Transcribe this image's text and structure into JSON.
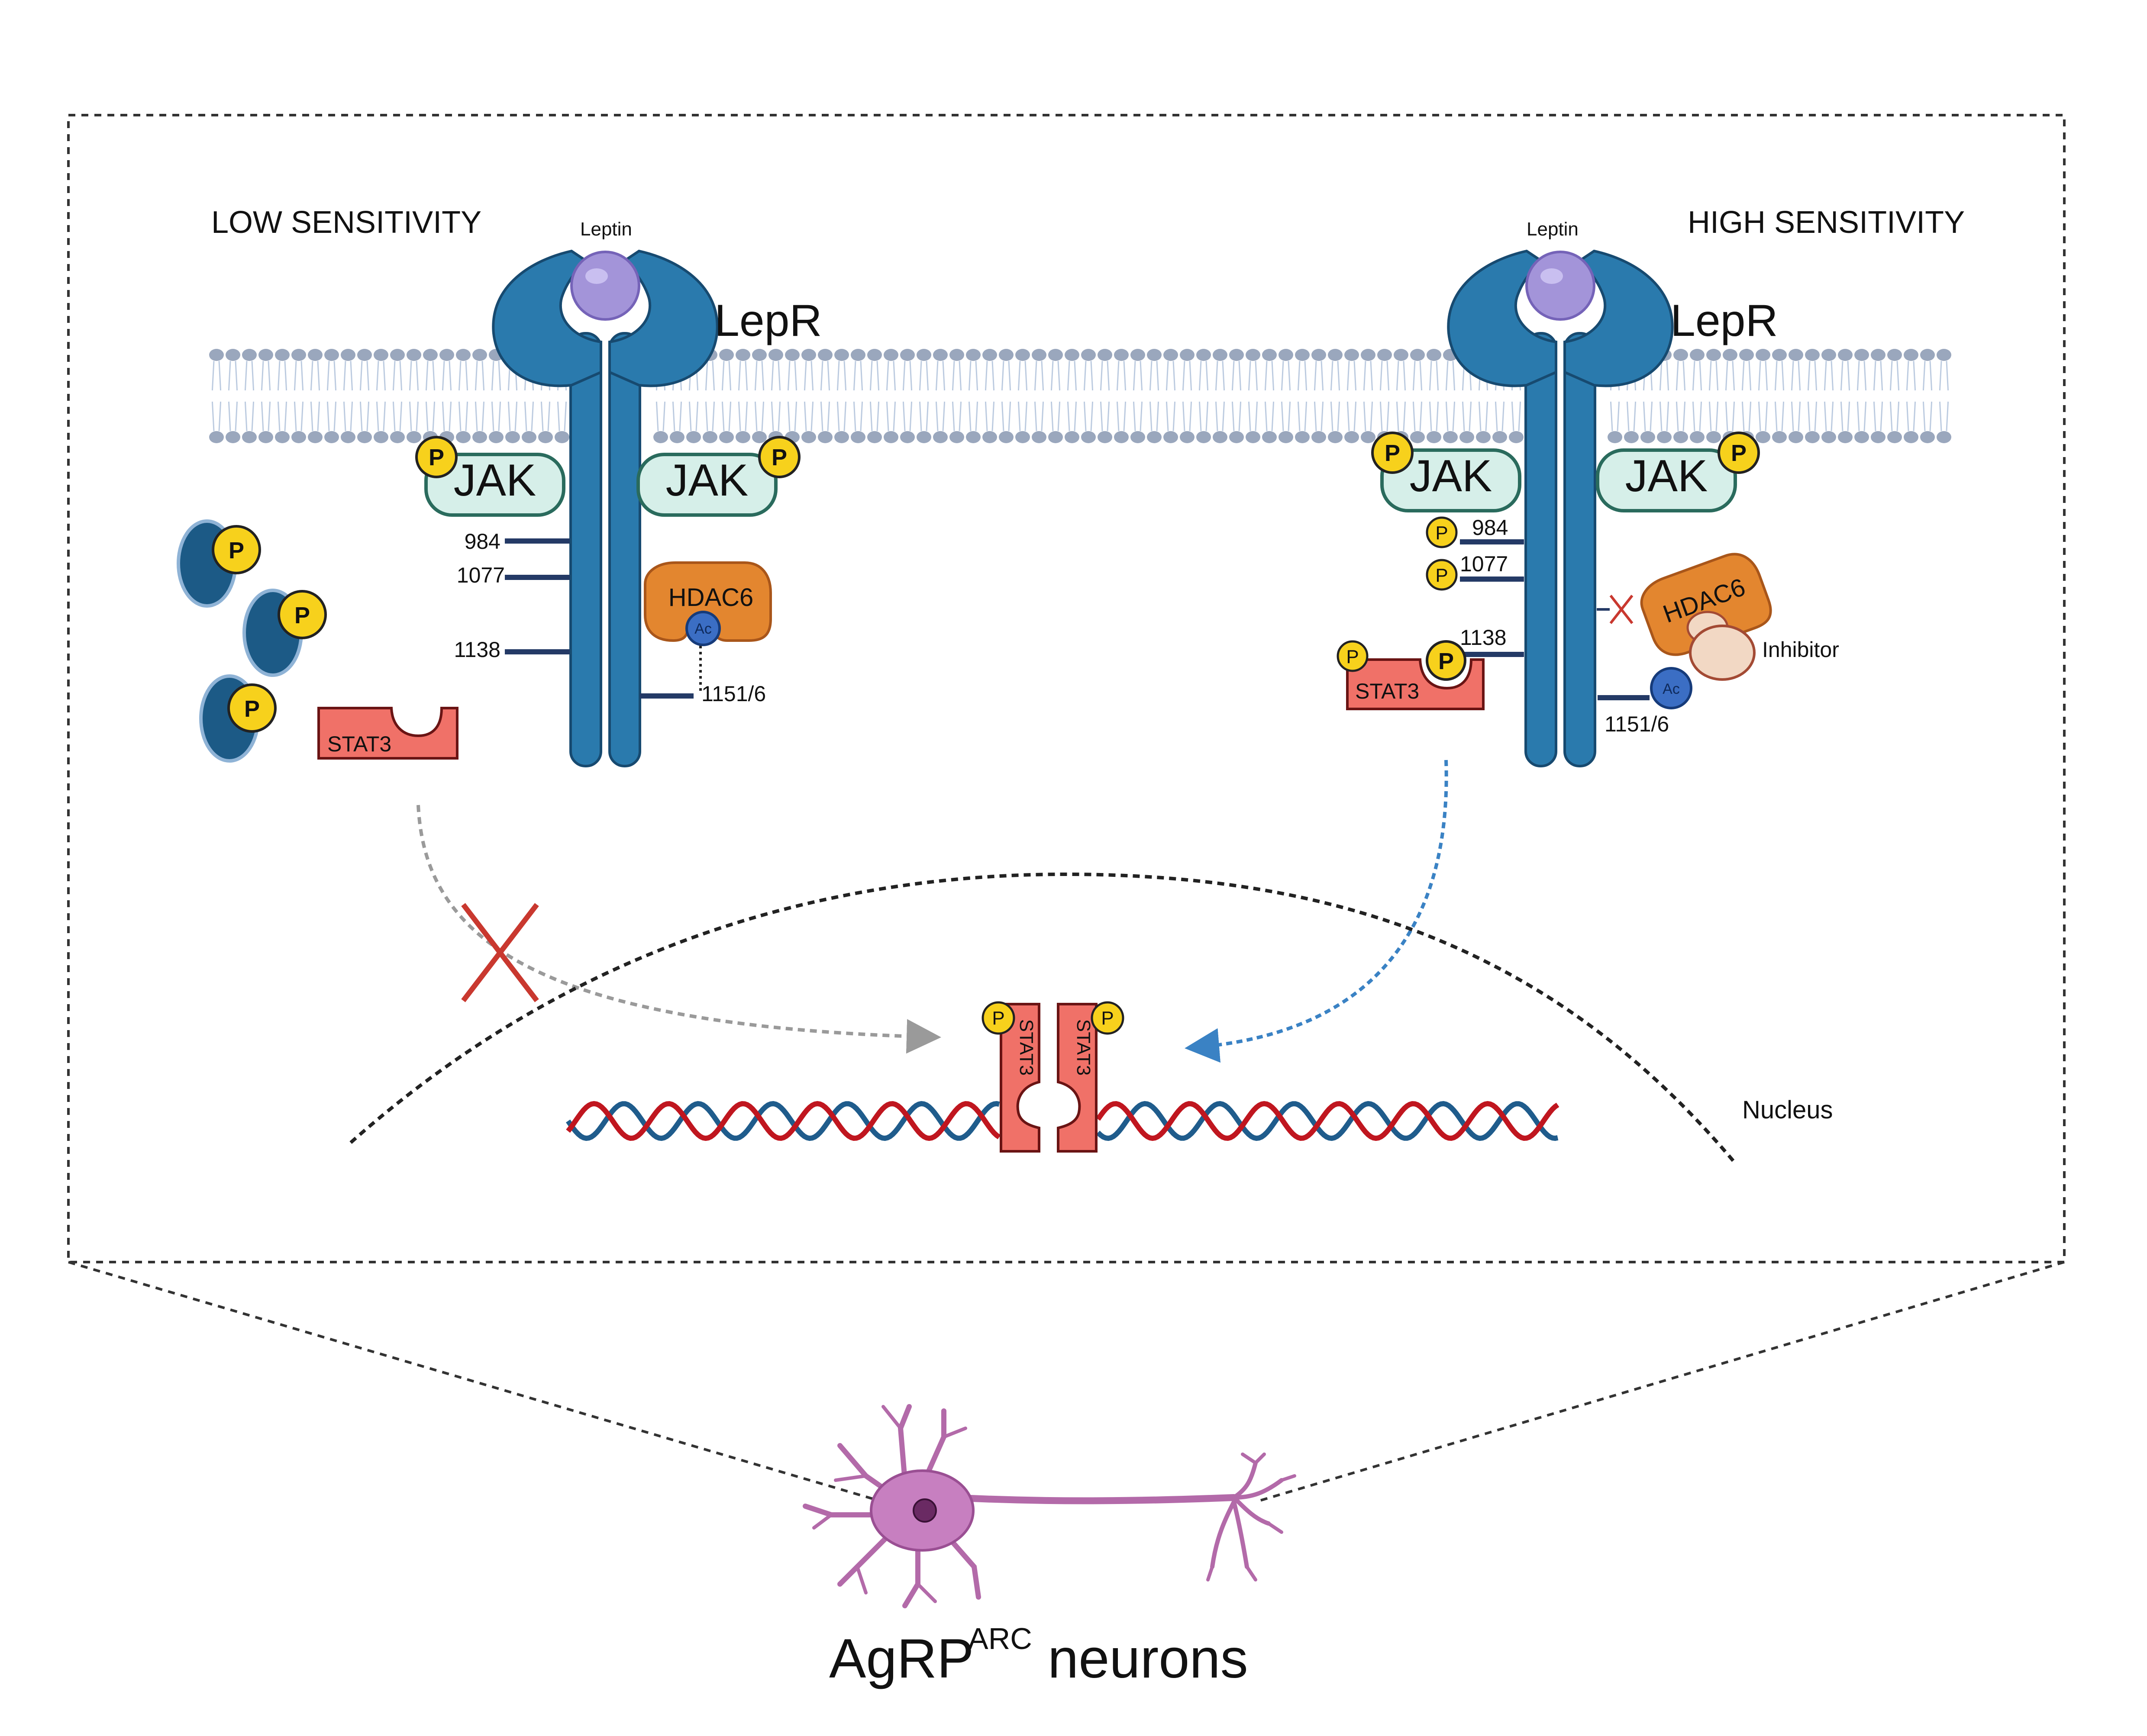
{
  "panels": {
    "left_title": "LOW SENSITIVITY",
    "right_title": "HIGH SENSITIVITY"
  },
  "receptor": {
    "ligand": "Leptin",
    "name": "LepR",
    "kinase": "JAK",
    "sites": [
      "984",
      "1077",
      "1138",
      "1151/6"
    ]
  },
  "molecules": {
    "phospho": "P",
    "stat3": "STAT3",
    "hdac6": "HDAC6",
    "acetyl": "Ac",
    "inhibitor": "Inhibitor"
  },
  "nucleus": {
    "label": "Nucleus"
  },
  "cell": {
    "name": "AgRP",
    "superscript": "ARC",
    "suffix": "neurons"
  },
  "colors": {
    "receptor": "#2a7aad",
    "receptor_dark": "#1c5a86",
    "leptin": "#a394d9",
    "jak": "#d6efe9",
    "jak_border": "#2a6b5d",
    "phospho": "#f7d11c",
    "stat3": "#f07168",
    "hdac6": "#e3862f",
    "acetyl": "#3b6ec4",
    "inhibitor": "#f2d8c4",
    "dna_red": "#c0161f",
    "dna_blue": "#1f5c8c",
    "neuron": "#c77fc0",
    "membrane": "#9aa7bd",
    "blocked_cross": "#c9382f",
    "path_blocked": "#9a9a9a",
    "path_active": "#3a82c4"
  }
}
